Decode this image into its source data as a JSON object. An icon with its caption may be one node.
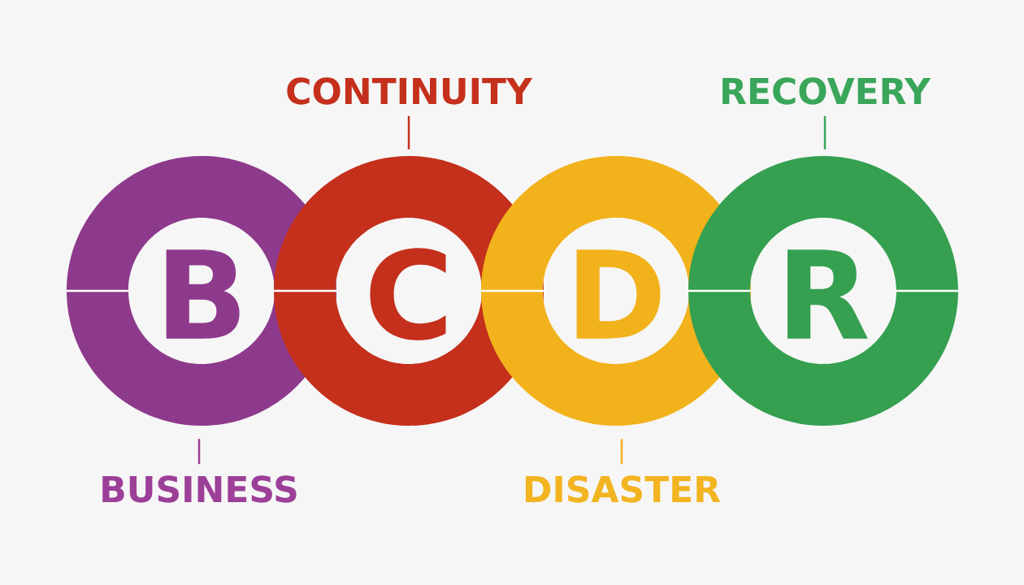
{
  "diagram": {
    "nodes": [
      {
        "text": [
          "B"
        ]
      },
      {
        "text": [
          "C"
        ]
      },
      {
        "text": [
          "D"
        ]
      },
      {
        "text": [
          "R"
        ]
      },
      {
        "text": [
          "BUSINESS"
        ]
      },
      {
        "text": [
          "CONTINUITY"
        ]
      },
      {
        "text": [
          "DISASTER"
        ]
      },
      {
        "text": [
          "RECOVERY"
        ]
      }
    ],
    "edges": [
      {
        "from": 4,
        "to": 0,
        "arrow": "none",
        "color": "#9c3f98"
      },
      {
        "from": 5,
        "to": 1,
        "arrow": "none",
        "color": "#c4301c"
      },
      {
        "from": 6,
        "to": 2,
        "arrow": "none",
        "color": "#f2b420"
      },
      {
        "from": 7,
        "to": 3,
        "arrow": "none",
        "color": "#3aa65a"
      }
    ]
  }
}
